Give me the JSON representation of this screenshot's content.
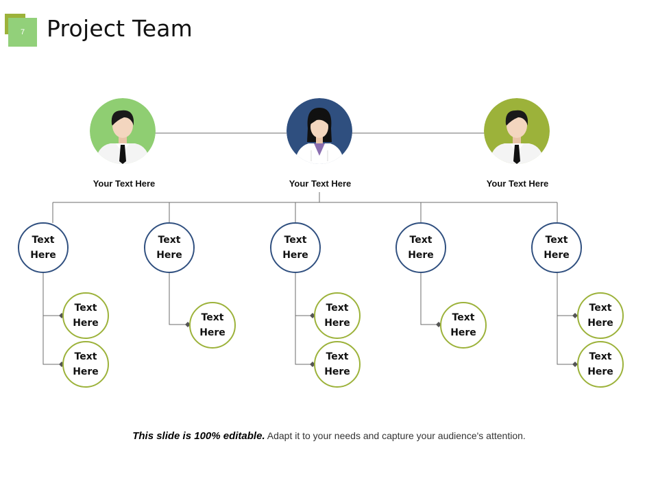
{
  "slide": {
    "number": "7",
    "title": "Project Team"
  },
  "leaders": [
    {
      "name": "Your Text Here",
      "icon": "man-avatar-icon",
      "bg": "#8fce72"
    },
    {
      "name": "Your Text Here",
      "icon": "woman-avatar-icon",
      "bg": "#2f4f7f"
    },
    {
      "name": "Your Text Here",
      "icon": "man-avatar-icon",
      "bg": "#9cb23a"
    }
  ],
  "teams": [
    {
      "line1": "Text",
      "line2": "Here",
      "members": [
        {
          "line1": "Text",
          "line2": "Here"
        },
        {
          "line1": "Text",
          "line2": "Here"
        }
      ]
    },
    {
      "line1": "Text",
      "line2": "Here",
      "members": [
        {
          "line1": "Text",
          "line2": "Here"
        }
      ]
    },
    {
      "line1": "Text",
      "line2": "Here",
      "members": [
        {
          "line1": "Text",
          "line2": "Here"
        },
        {
          "line1": "Text",
          "line2": "Here"
        }
      ]
    },
    {
      "line1": "Text",
      "line2": "Here",
      "members": [
        {
          "line1": "Text",
          "line2": "Here"
        }
      ]
    },
    {
      "line1": "Text",
      "line2": "Here",
      "members": [
        {
          "line1": "Text",
          "line2": "Here"
        },
        {
          "line1": "Text",
          "line2": "Here"
        }
      ]
    }
  ],
  "footer": {
    "bold": "This slide is 100% editable.",
    "rest": " Adapt it to your needs and capture your audience's attention."
  },
  "colors": {
    "team_border": "#2f4f7f",
    "member_border": "#9cb23a",
    "connector": "#6b6b6b"
  }
}
